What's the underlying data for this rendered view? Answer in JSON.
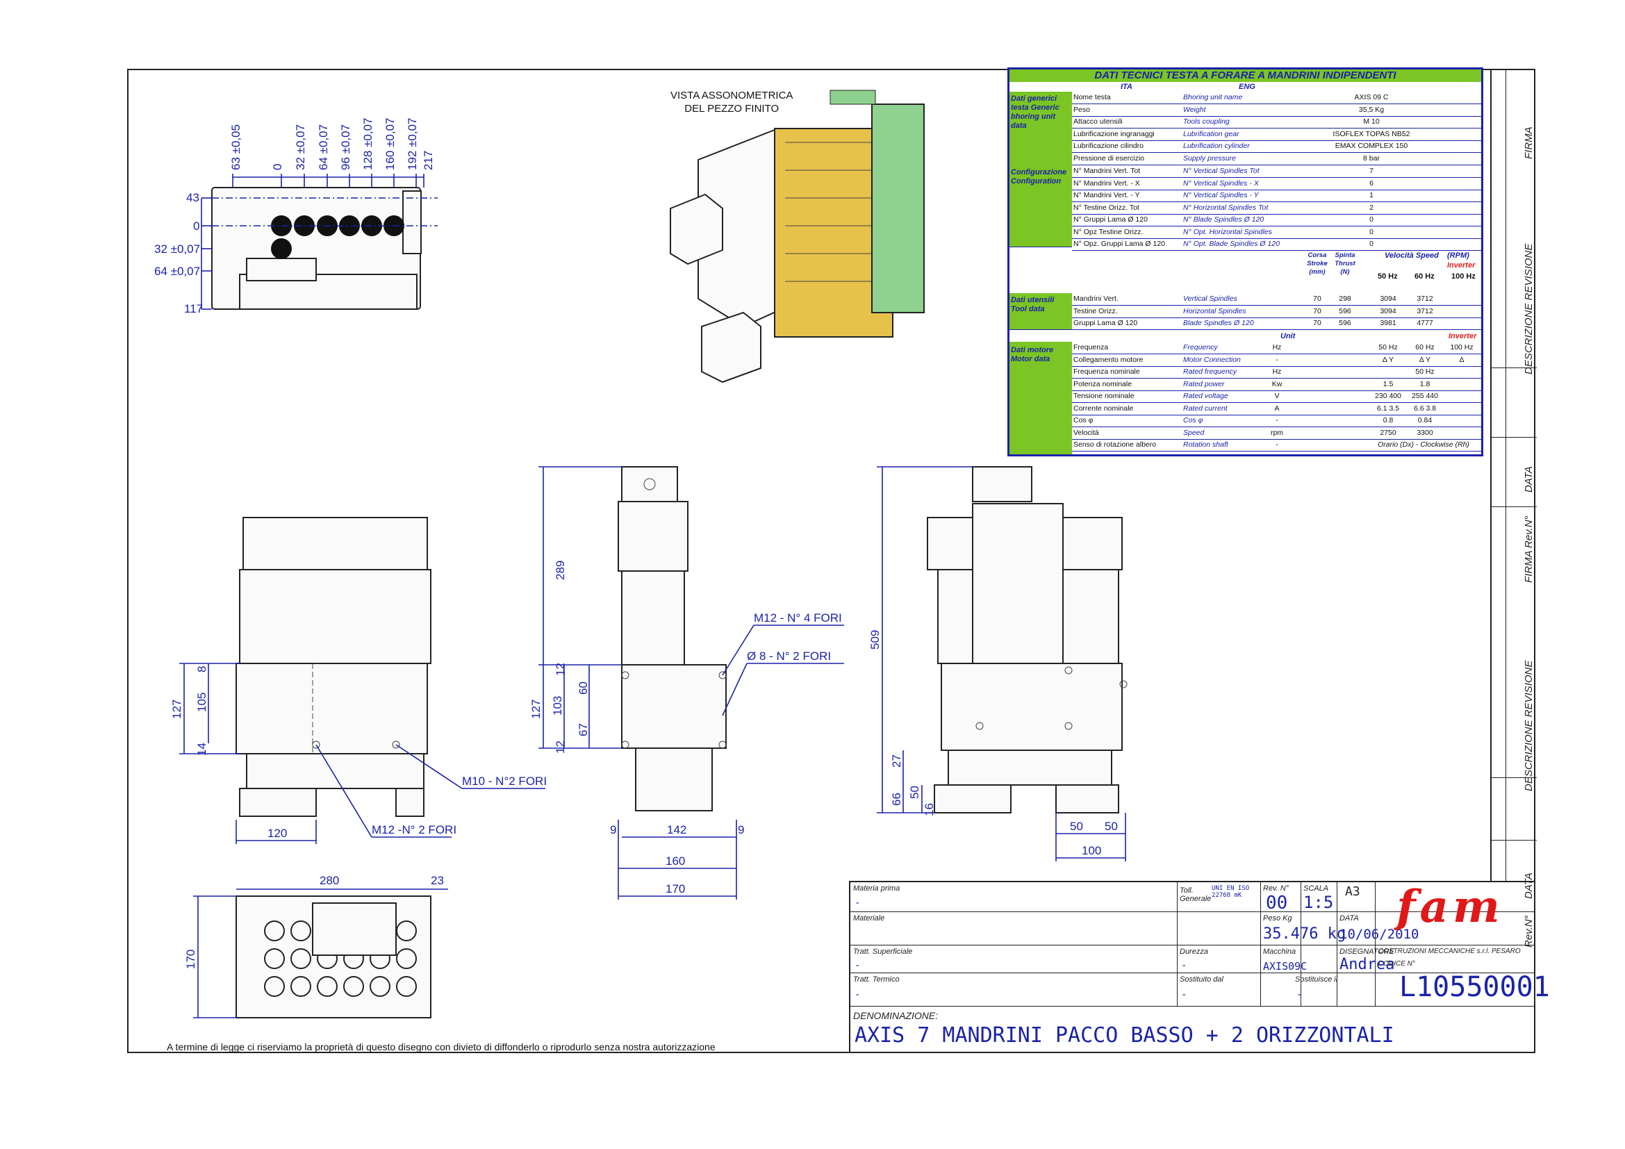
{
  "vista": {
    "line1": "VISTA ASSONOMETRICA",
    "line2": "DEL PEZZO FINITO"
  },
  "spec": {
    "title": "DATI TECNICI TESTA A FORARE A MANDRINI INDIPENDENTI",
    "col_ita": "ITA",
    "col_eng": "ENG",
    "group1": "Dati generici testa Generic bhoring unit data",
    "group2": "Configurazione Configuration",
    "group3": "Dati utensili Tool data",
    "group4": "Dati motore Motor data",
    "rows1": [
      {
        "ita": "Nome testa",
        "eng": "Bhoring unit name",
        "val": "AXIS 09 C"
      },
      {
        "ita": "Peso",
        "eng": "Weight",
        "val": "35,5 Kg"
      },
      {
        "ita": "Attacco utensili",
        "eng": "Tools coupling",
        "val": "M 10"
      },
      {
        "ita": "Lubrificazione ingranaggi",
        "eng": "Lubrification gear",
        "val": "ISOFLEX TOPAS NB52"
      },
      {
        "ita": "Lubrificazione cilindro",
        "eng": "Lubrification cylinder",
        "val": "EMAX COMPLEX 150"
      },
      {
        "ita": "Pressione di esercizio",
        "eng": "Supply pressure",
        "val": "8 bar"
      }
    ],
    "rows2": [
      {
        "ita": "N° Mandrini Vert. Tot",
        "eng": "N° Vertical Spindles Tot",
        "val": "7"
      },
      {
        "ita": "N° Mandrini Vert. - X",
        "eng": "N° Vertical Spindles - X",
        "val": "6"
      },
      {
        "ita": "N° Mandrini Vert. - Y",
        "eng": "N° Vertical Spindles - Y",
        "val": "1"
      },
      {
        "ita": "N° Testine Orizz. Tot",
        "eng": "N° Horizontal Spindles Tot",
        "val": "2"
      },
      {
        "ita": "N° Gruppi Lama Ø 120",
        "eng": "N° Blade Spindles Ø 120",
        "val": "0"
      },
      {
        "ita": "N° Opz Testine Orizz.",
        "eng": "N° Opt. Horizontal Spindles",
        "val": "0"
      },
      {
        "ita": "N° Opz. Gruppi Lama Ø 120",
        "eng": "N° Opt. Blade Spindles Ø 120",
        "val": "0"
      }
    ],
    "tool_hdr": {
      "corsa": "Corsa Stroke (mm)",
      "spinta": "Spinta Thrust (N)",
      "speed": "Velocità Speed",
      "rpm": "(RPM)",
      "inverter": "Inverter",
      "hz50": "50 Hz",
      "hz60": "60 Hz",
      "hz100": "100 Hz"
    },
    "rows3": [
      {
        "ita": "Mandrini Vert.",
        "eng": "Vertical Spindles",
        "stroke": "70",
        "thrust": "298",
        "s50": "3094",
        "s60": "3712"
      },
      {
        "ita": "Testine Orizz.",
        "eng": "Horizontal Spindles",
        "stroke": "70",
        "thrust": "596",
        "s50": "3094",
        "s60": "3712"
      },
      {
        "ita": "Gruppi Lama Ø 120",
        "eng": "Blade Spindles Ø 120",
        "stroke": "70",
        "thrust": "596",
        "s50": "3981",
        "s60": "4777"
      }
    ],
    "unit_hdr": "Unit",
    "rows4": [
      {
        "ita": "Frequenza",
        "eng": "Frequency",
        "unit": "Hz",
        "a": "50 Hz",
        "b": "60 Hz",
        "c": "100 Hz"
      },
      {
        "ita": "Collegamento motore",
        "eng": "Motor Connection",
        "unit": "-",
        "a": "Δ    Y",
        "b": "Δ    Y",
        "c": "Δ"
      },
      {
        "ita": "Frequenza nominale",
        "eng": "Rated frequency",
        "unit": "Hz",
        "a": "",
        "b": "50 Hz",
        "c": ""
      },
      {
        "ita": "Potenza nominale",
        "eng": "Rated power",
        "unit": "Kw",
        "a": "1.5",
        "b": "1.8",
        "c": ""
      },
      {
        "ita": "Tensione nominale",
        "eng": "Rated voltage",
        "unit": "V",
        "a": "230  400",
        "b": "255  440",
        "c": ""
      },
      {
        "ita": "Corrente nominale",
        "eng": "Rated current",
        "unit": "A",
        "a": "6.1  3.5",
        "b": "6.6  3.8",
        "c": ""
      },
      {
        "ita": "Cos φ",
        "eng": "Cos φ",
        "unit": "-",
        "a": "0.8",
        "b": "0.84",
        "c": ""
      },
      {
        "ita": "Velocità",
        "eng": "Speed",
        "unit": "rpm",
        "a": "2750",
        "b": "3300",
        "c": ""
      },
      {
        "ita": "Senso di rotazione albero",
        "eng": "Rotation shaft",
        "unit": "-",
        "a": "",
        "b": "Orario (Dx) - Clockwise (Rh)",
        "c": ""
      }
    ]
  },
  "dims_top": {
    "vert_labels": [
      "63 ±0,05",
      "0",
      "32 ±0,07",
      "64 ±0,07",
      "96 ±0,07",
      "128 ±0,07",
      "160 ±0,07",
      "192 ±0,07",
      "217"
    ],
    "horiz_labels": [
      "43",
      "0",
      "32 ±0,07",
      "64 ±0,07",
      "117"
    ]
  },
  "dims_front": {
    "h127": "127",
    "h105": "105",
    "h8": "8",
    "h14": "14",
    "w120": "120",
    "m10": "M10   - N°2 FORI",
    "m12": "M12  -N° 2 FORI"
  },
  "dims_side": {
    "h289": "289",
    "h127": "127",
    "h103": "103",
    "h12a": "12",
    "h12b": "12",
    "h60": "60",
    "h67": "67",
    "w9a": "9",
    "w9b": "9",
    "w142": "142",
    "w160": "160",
    "w170": "170",
    "m12": "M12   - N° 4 FORI",
    "d8": "Ø 8  - N° 2 FORI"
  },
  "dims_rear": {
    "h509": "509",
    "h27": "27",
    "h66": "66",
    "h50": "50",
    "h16": "16",
    "w50a": "50",
    "w50b": "50",
    "w100": "100"
  },
  "dims_plan": {
    "w280": "280",
    "w23": "23",
    "h170": "170"
  },
  "note": "A termine di legge ci riserviamo la proprietà di questo disegno con divieto di diffonderlo o riprodurlo senza nostra autorizzazione",
  "revcol": {
    "firma": "FIRMA",
    "descr": "DESCRIZIONE REVISIONE",
    "data": "DATA",
    "revn": "Rev.N°"
  },
  "titleblock": {
    "materia_lbl": "Materia prima",
    "materia_val": "-",
    "toll_lbl": "Toll. Generale",
    "toll_val": "UNI EN ISO 22768 mK",
    "rev_lbl": "Rev. N°",
    "rev_val": "00",
    "scala_lbl": "SCALA",
    "scala_val": "1:5",
    "format": "A3",
    "materiale_lbl": "Materiale",
    "materiale_val": "-",
    "peso_lbl": "Peso Kg",
    "peso_val": "35.476 kg",
    "data_lbl": "DATA",
    "data_val": "10/06/2010",
    "tratt_sup_lbl": "Tratt. Superficiale",
    "tratt_sup_val": "-",
    "durezza_lbl": "Durezza",
    "durezza_val": "-",
    "macchina_lbl": "Macchina",
    "macchina_val": "AXIS09C",
    "disegn_lbl": "DISEGNATORE",
    "disegn_val": "Andrea",
    "tratt_term_lbl": "Tratt. Termico",
    "tratt_term_val": "-",
    "sost_dal_lbl": "Sostituito dal",
    "sost_dal_val": "-",
    "sost_il_lbl": "Sostituisce il",
    "sost_il_val": "-",
    "company": "COSTRUZIONI MECCANICHE s.r.l. PESARO",
    "codice_lbl": "CODICE N°",
    "codice_val": "L10550001",
    "denom_lbl": "DENOMINAZIONE:",
    "denom_val": "AXIS 7 MANDRINI PACCO BASSO + 2 ORIZZONTALI",
    "logo": "fam"
  }
}
